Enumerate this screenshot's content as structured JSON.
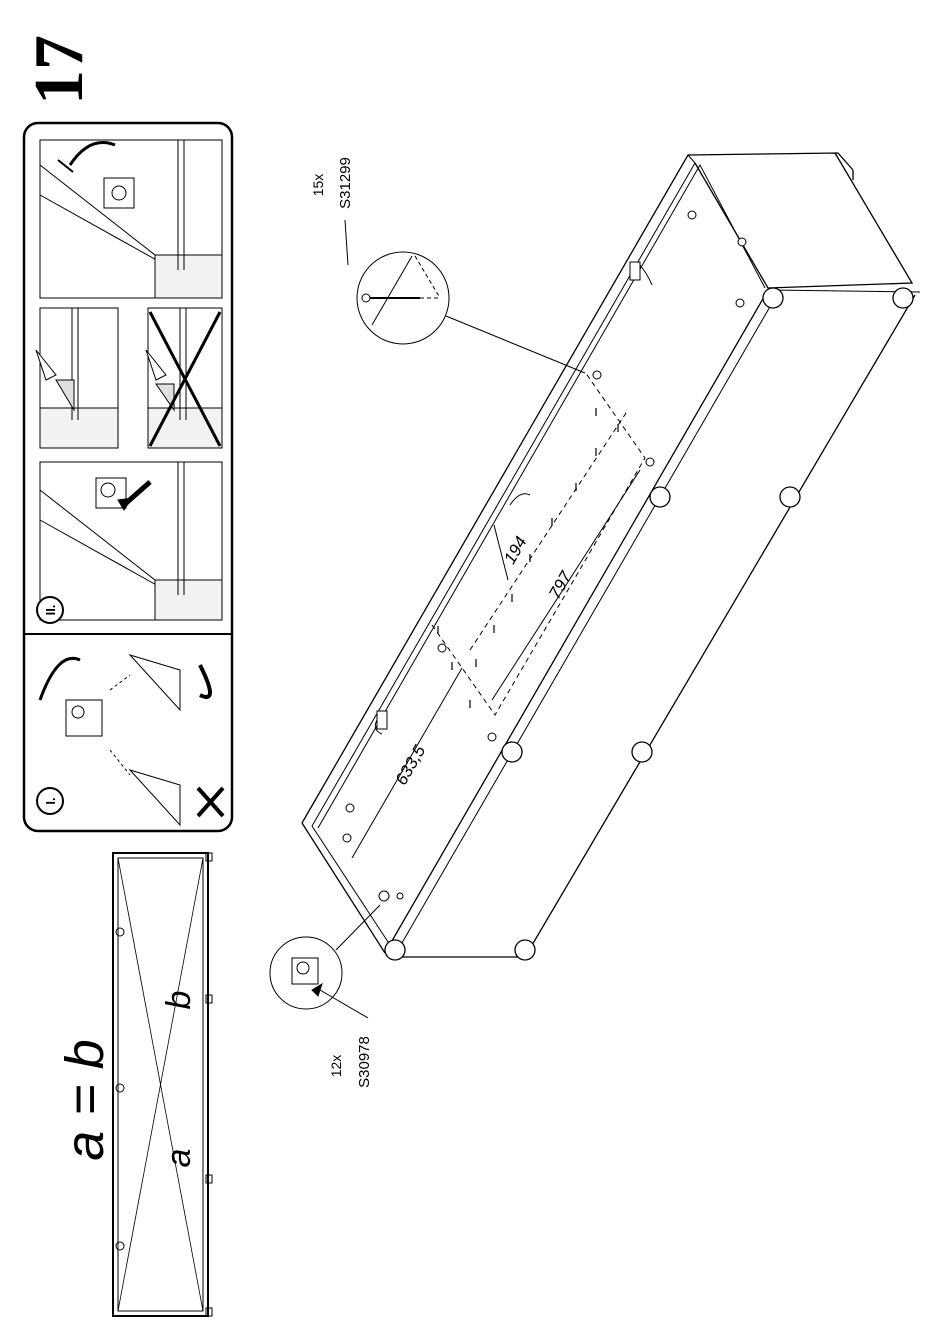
{
  "step": {
    "number": "17"
  },
  "equation": {
    "text": "a = b",
    "label_a": "a",
    "label_b": "b"
  },
  "panels": {
    "panel_one_label": "I.",
    "panel_two_label": "II."
  },
  "parts": [
    {
      "qty": "15x",
      "code": "S31299"
    },
    {
      "qty": "12x",
      "code": "S30978"
    }
  ],
  "dimensions": {
    "d1": "633,5",
    "d2": "194",
    "d3": "797"
  }
}
